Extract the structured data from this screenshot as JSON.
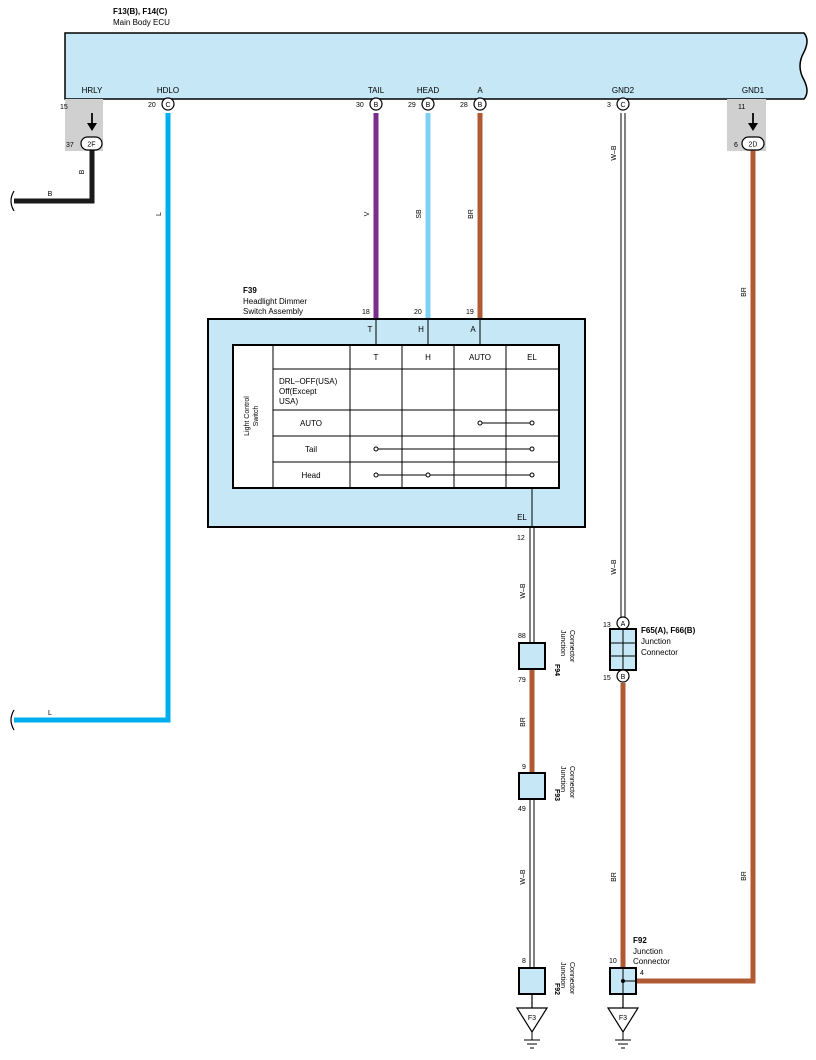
{
  "ecu": {
    "ref": "F13(B), F14(C)",
    "name": "Main Body ECU",
    "terminals": {
      "hrly": {
        "label": "HRLY",
        "pin": "15"
      },
      "hdlo": {
        "label": "HDLO",
        "pin": "20",
        "conn": "C"
      },
      "tail": {
        "label": "TAIL",
        "pin": "30",
        "conn": "B"
      },
      "head": {
        "label": "HEAD",
        "pin": "29",
        "conn": "B"
      },
      "a": {
        "label": "A",
        "pin": "28",
        "conn": "B"
      },
      "gnd2": {
        "label": "GND2",
        "pin": "3",
        "conn": "C"
      },
      "gnd1": {
        "label": "GND1",
        "pin": "11"
      }
    }
  },
  "junction_2f": {
    "pin": "37",
    "id": "2F"
  },
  "junction_2d": {
    "pin": "6",
    "id": "2D"
  },
  "wires": {
    "b": "B",
    "l1": "L",
    "l2": "L",
    "v": "V",
    "sb": "SB",
    "br_a": "BR",
    "wb_gnd2_1": "W–B",
    "wb_gnd2_2": "W–B",
    "br_gnd1_1": "BR",
    "br_gnd1_2": "BR",
    "wb_el_1": "W–B",
    "br_f94": "BR",
    "wb_f93": "W–B",
    "br_f65": "BR"
  },
  "switch": {
    "ref": "F39",
    "name_line1": "Headlight Dimmer",
    "name_line2": "Switch Assembly",
    "pins": {
      "t": "18",
      "h": "20",
      "a": "19",
      "el": "12"
    },
    "terminals": {
      "t": "T",
      "h": "H",
      "a": "A",
      "el": "EL"
    },
    "side_label_1": "Light Control",
    "side_label_2": "Switch",
    "columns": [
      "T",
      "H",
      "AUTO",
      "EL"
    ],
    "rows": [
      {
        "lines": [
          "DRL–OFF(USA)",
          "Off(Except",
          "USA)"
        ]
      },
      {
        "lines": [
          "AUTO"
        ]
      },
      {
        "lines": [
          "Tail"
        ]
      },
      {
        "lines": [
          "Head"
        ]
      }
    ]
  },
  "f94": {
    "ref": "F94",
    "name1": "Junction",
    "name2": "Connector",
    "pin_top": "88",
    "pin_bottom": "79"
  },
  "f93": {
    "ref": "F93",
    "name1": "Junction",
    "name2": "Connector",
    "pin_top": "9",
    "pin_bottom": "49"
  },
  "f92a": {
    "ref": "F92",
    "name1": "Junction",
    "name2": "Connector",
    "pin_top": "8"
  },
  "f65": {
    "ref": "F65(A), F66(B)",
    "name1": "Junction",
    "name2": "Connector",
    "pin_top": "13",
    "conn_top": "A",
    "pin_bottom": "15",
    "conn_bottom": "B"
  },
  "f92b": {
    "ref": "F92",
    "name1": "Junction",
    "name2": "Connector",
    "pin_left": "10",
    "pin_right": "4"
  },
  "grounds": {
    "g1": "F3",
    "g2": "F3"
  },
  "colors": {
    "black": "#1a1a1a",
    "blue": "#00aeef",
    "violet": "#7b2d8e",
    "skyblue": "#7fd0f5",
    "brown": "#b05a33",
    "box_fill": "#c5e7f6",
    "gray_box": "#d0d0d0"
  }
}
